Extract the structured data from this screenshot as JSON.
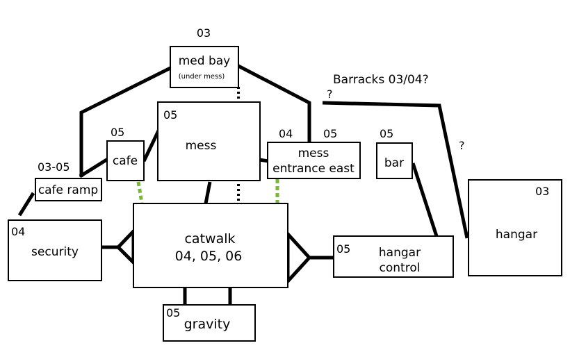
{
  "rooms": {
    "med_bay": {
      "label": "med bay",
      "sublabel": "(under mess)",
      "deck": "03"
    },
    "cafe_ramp": {
      "label": "cafe ramp",
      "deck": "03-05"
    },
    "cafe": {
      "label": "cafe",
      "deck": "05"
    },
    "mess": {
      "label": "mess",
      "deck": "05"
    },
    "mess_entrance_east": {
      "label_line1": "mess",
      "label_line2": "entrance east",
      "deck_left": "04",
      "deck_right": "05"
    },
    "bar": {
      "label": "bar",
      "deck": "05"
    },
    "security": {
      "label": "security",
      "deck": "04"
    },
    "catwalk": {
      "label_line1": "catwalk",
      "label_line2": "04, 05, 06"
    },
    "hangar_control": {
      "label_line1": "hangar",
      "label_line2": "control",
      "deck": "05"
    },
    "hangar": {
      "label": "hangar",
      "deck": "03"
    },
    "gravity": {
      "label": "gravity",
      "deck": "05"
    }
  },
  "annotations": {
    "barracks": "Barracks 03/04?",
    "question_1": "?",
    "question_2": "?"
  }
}
